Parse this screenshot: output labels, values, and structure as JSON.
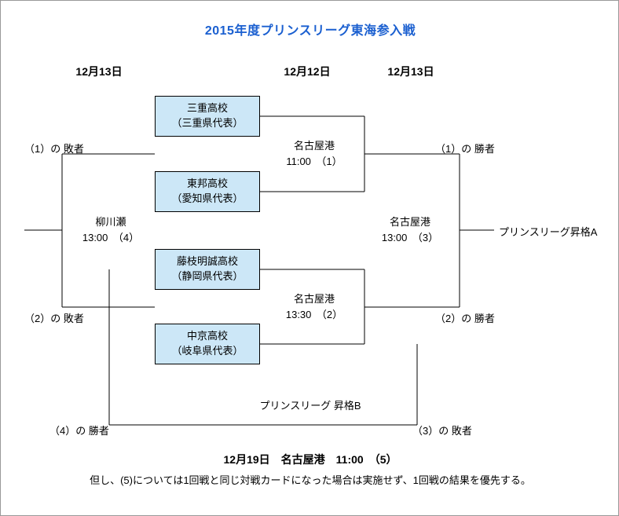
{
  "page": {
    "title": "2015年度プリンスリーグ東海参入戦",
    "title_color": "#1A5FD0",
    "box_fill_color": "#CCE7F7",
    "line_color": "#000000",
    "border_color": "#999999"
  },
  "date_headers": [
    {
      "label": "12月13日"
    },
    {
      "label": "12月12日"
    },
    {
      "label": "12月13日"
    }
  ],
  "teams": [
    {
      "name": "三重高校",
      "prefecture": "（三重県代表）"
    },
    {
      "name": "東邦高校",
      "prefecture": "（愛知県代表）"
    },
    {
      "name": "藤枝明誠高校",
      "prefecture": "（静岡県代表）"
    },
    {
      "name": "中京高校",
      "prefecture": "（岐阜県代表）"
    }
  ],
  "matches": [
    {
      "id": "1",
      "venue": "名古屋港",
      "time": "11:00　（1）"
    },
    {
      "id": "2",
      "venue": "名古屋港",
      "time": "13:30　（2）"
    },
    {
      "id": "3",
      "venue": "名古屋港",
      "time": "13:00　（3）"
    },
    {
      "id": "4",
      "venue": "柳川瀬",
      "time": "13:00　（4）"
    }
  ],
  "side_labels": {
    "loser_1": "（1）の 敗者",
    "loser_2": "（2）の 敗者",
    "winner_1": "（1）の 勝者",
    "winner_2": "（2）の 勝者",
    "winner_4": "（4）の 勝者",
    "loser_3": "（3）の 敗者"
  },
  "promotions": {
    "promotion_a": "プリンスリーグ昇格A",
    "promotion_b": "プリンスリーグ 昇格B"
  },
  "footnote": {
    "main": "12月19日　名古屋港　11:00　（5）",
    "sub": "但し、(5)については1回戦と同じ対戦カードになった場合は実施せず、1回戦の結果を優先する。"
  }
}
